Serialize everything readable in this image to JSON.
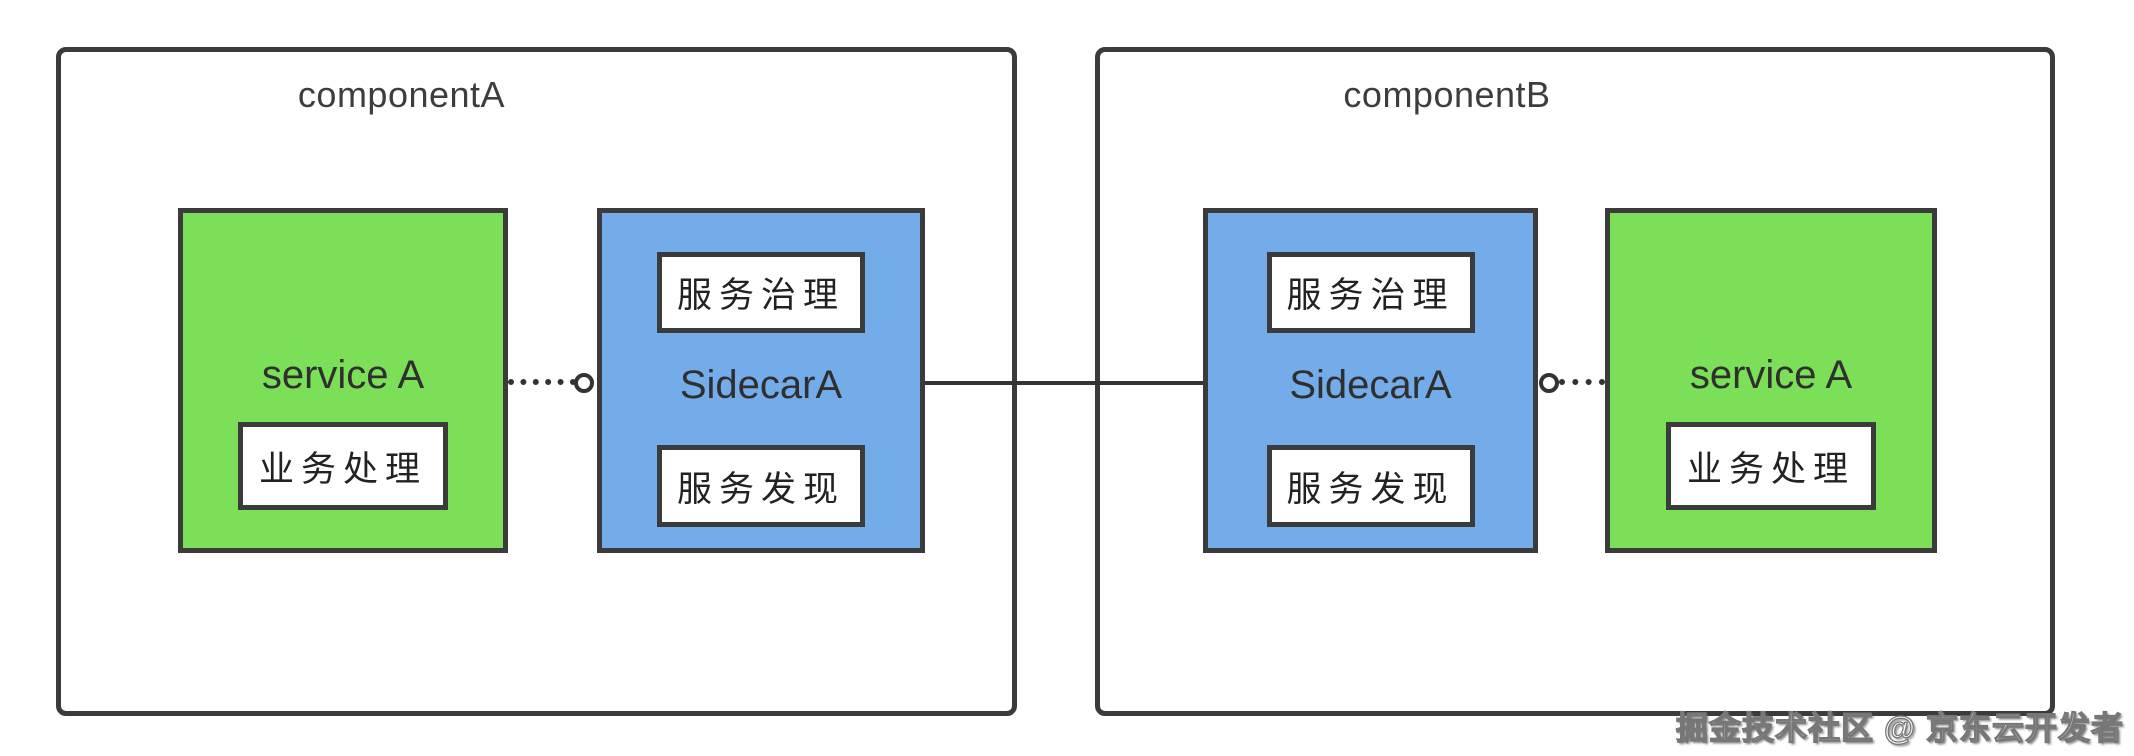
{
  "diagram": {
    "watermark": "掘金技术社区 @ 京东云开发者",
    "colors": {
      "service_box": "#7cdf58",
      "sidecar_box": "#74abe9",
      "border": "#3b3b3b",
      "background": "#ffffff",
      "line": "#333333"
    },
    "components": [
      {
        "title": "componentA",
        "service": {
          "label": "service A",
          "modules": [
            "业务处理"
          ]
        },
        "sidecar": {
          "label": "SidecarA",
          "modules": [
            "服务治理",
            "服务发现"
          ]
        }
      },
      {
        "title": "componentB",
        "service": {
          "label": "service A",
          "modules": [
            "业务处理"
          ]
        },
        "sidecar": {
          "label": "SidecarA",
          "modules": [
            "服务治理",
            "服务发现"
          ]
        }
      }
    ],
    "connections": [
      {
        "from": "service A @ componentA",
        "to": "SidecarA @ componentA",
        "style": "dotted with interface circle"
      },
      {
        "from": "SidecarA @ componentA",
        "to": "SidecarA @ componentB",
        "style": "solid"
      },
      {
        "from": "SidecarA @ componentB",
        "to": "service A @ componentB",
        "style": "dotted with interface circle"
      }
    ]
  }
}
